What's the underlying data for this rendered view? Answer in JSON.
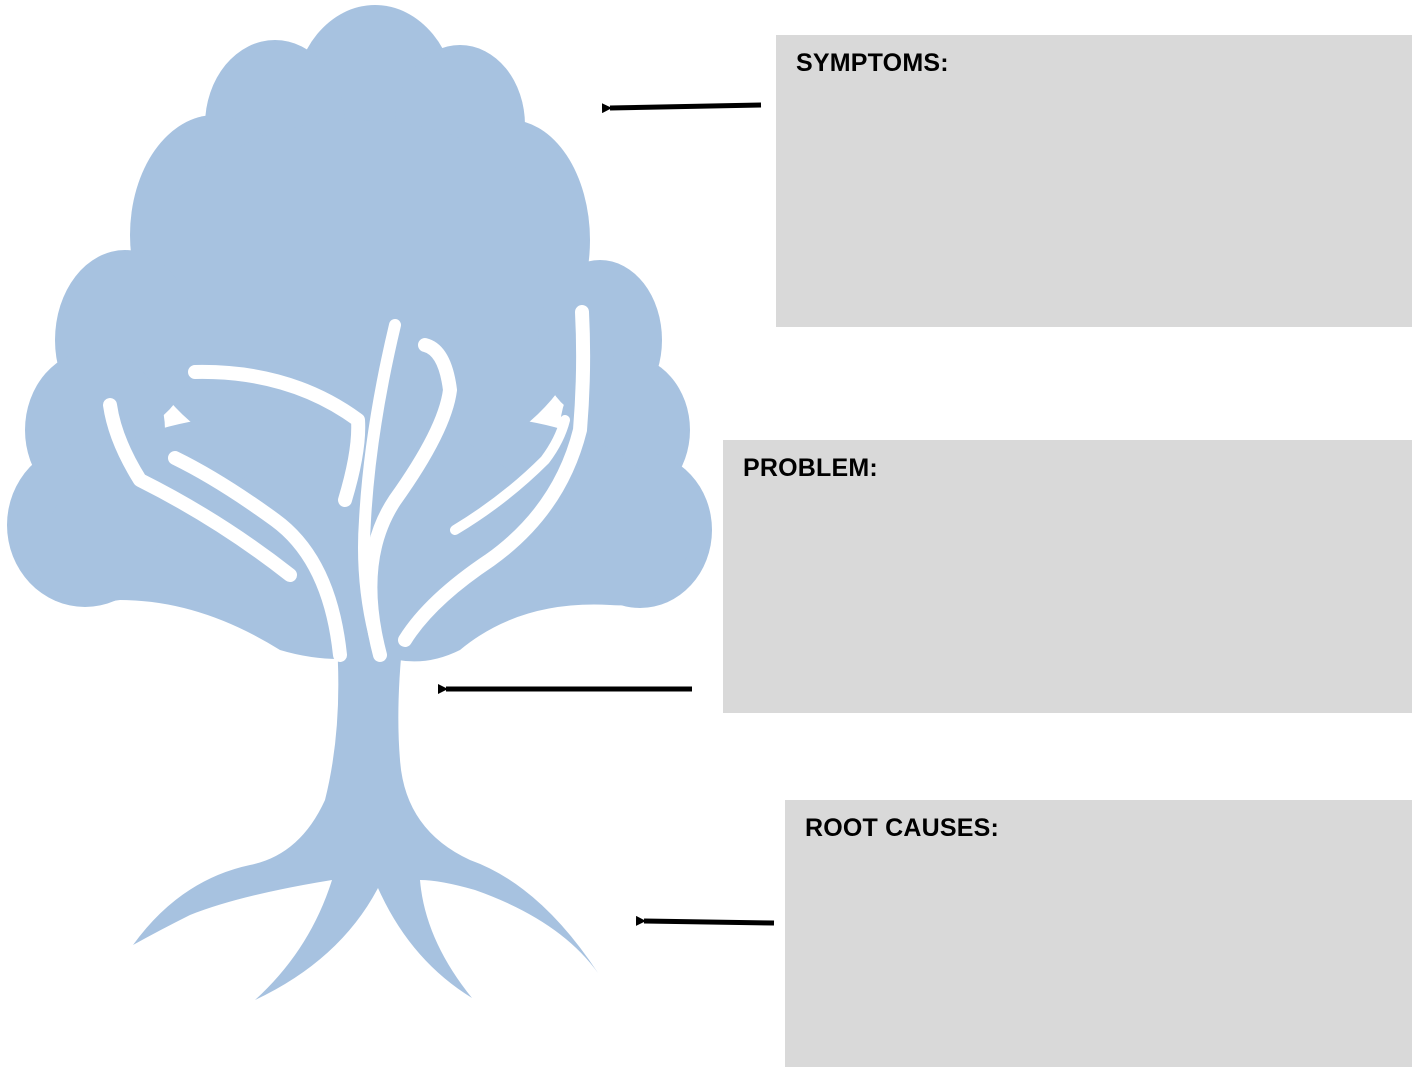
{
  "colors": {
    "tree": "#a7c2e0",
    "box_fill": "#d9d9d9",
    "arrow": "#000000",
    "text": "#000000"
  },
  "boxes": {
    "symptoms": {
      "label": "SYMPTOMS:"
    },
    "problem": {
      "label": "PROBLEM:"
    },
    "root_causes": {
      "label": "ROOT CAUSES:"
    }
  },
  "icons": [
    "tree-illustration",
    "arrow-left-icon"
  ]
}
